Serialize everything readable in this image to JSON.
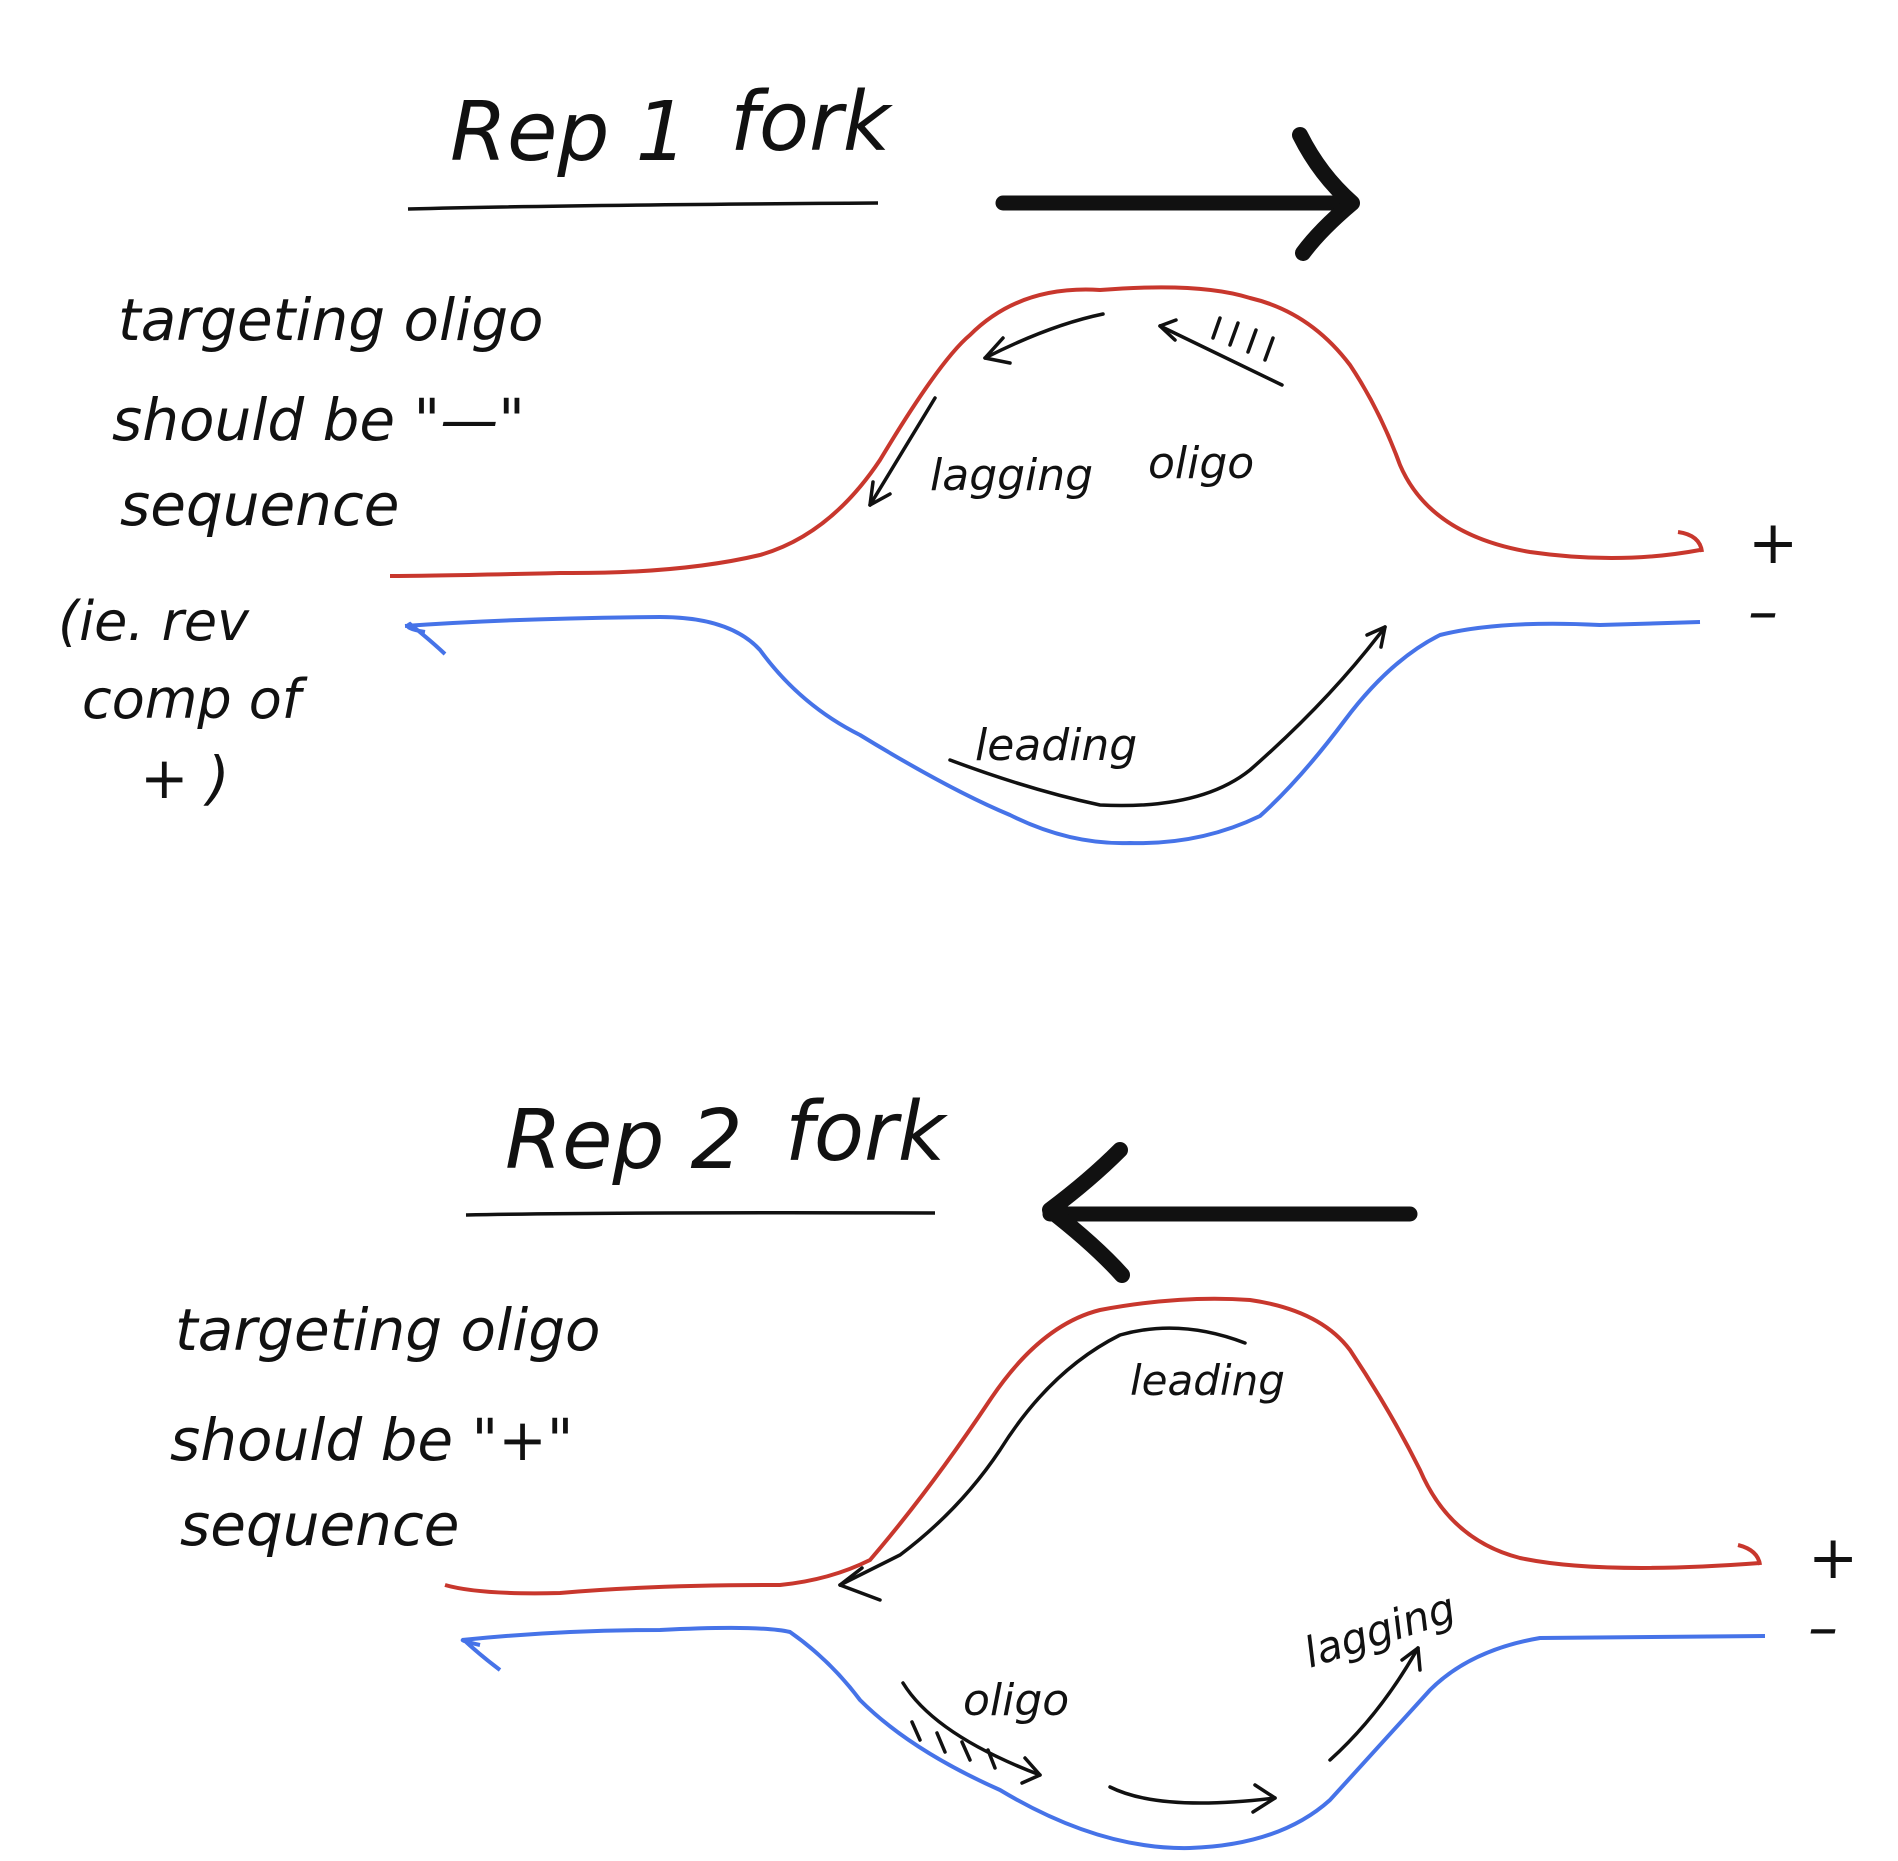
{
  "colors": {
    "plus_strand": "#c8372d",
    "minus_strand": "#4673e8",
    "ink": "#111111",
    "background": "#ffffff"
  },
  "panel1": {
    "title": "Rep 1",
    "fork_label": "fork",
    "direction": "right",
    "note_lines": [
      "targeting oligo",
      "should be \"—\"",
      "sequence"
    ],
    "paren_lines": [
      "(ie. rev",
      "comp of",
      "+ )"
    ],
    "lagging_label": "lagging",
    "oligo_label": "oligo",
    "leading_label": "leading",
    "plus_label": "+",
    "minus_label": "–"
  },
  "panel2": {
    "title": "Rep 2",
    "fork_label": "fork",
    "direction": "left",
    "note_lines": [
      "targeting oligo",
      "should be \"+\"",
      "sequence"
    ],
    "leading_label": "leading",
    "oligo_label": "oligo",
    "lagging_label": "lagging",
    "plus_label": "+",
    "minus_label": "–"
  }
}
